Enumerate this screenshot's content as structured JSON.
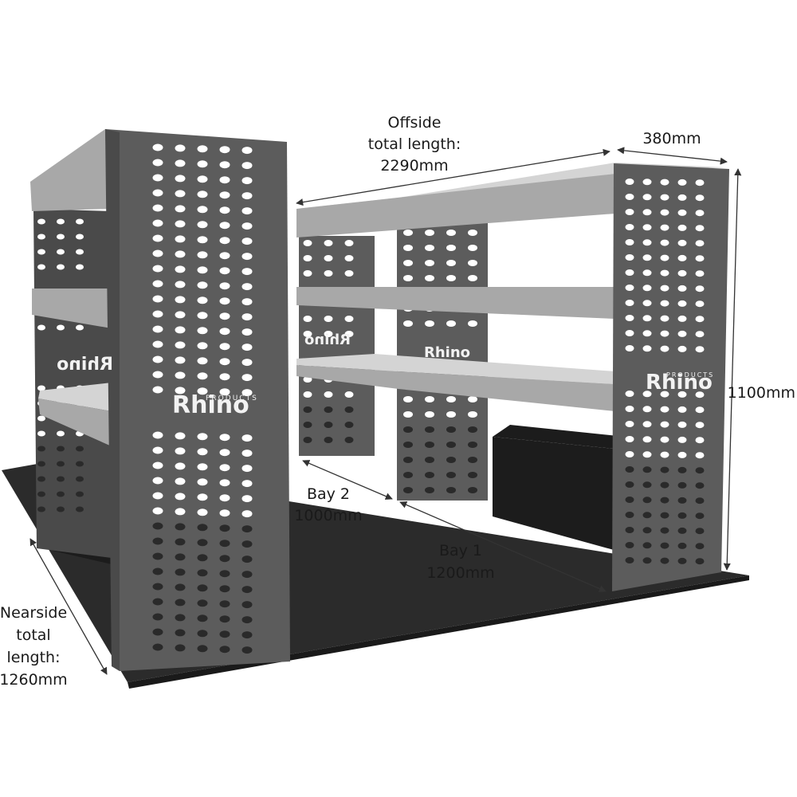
{
  "colors": {
    "floor": "#2b2b2b",
    "floor_edge": "#1a1a1a",
    "panel": "#5c5c5c",
    "panel_dark": "#4a4a4a",
    "shelf": "#a8a8a8",
    "shelf_light": "#d4d4d4",
    "hole": "#ffffff",
    "block": "#1c1c1c",
    "dimension_line": "#333333"
  },
  "brand": {
    "name": "Rhino",
    "tagline": "PRODUCTS"
  },
  "dimensions": {
    "offside": {
      "line1": "Offside",
      "line2": "total length:",
      "line3": "2290mm"
    },
    "depth": "380mm",
    "height": "1100mm",
    "bay2": {
      "line1": "Bay 2",
      "line2": "1000mm"
    },
    "bay1": {
      "line1": "Bay 1",
      "line2": "1200mm"
    },
    "nearside": {
      "line1": "Nearside",
      "line2": "total",
      "line3": "length:",
      "line4": "1260mm"
    }
  }
}
